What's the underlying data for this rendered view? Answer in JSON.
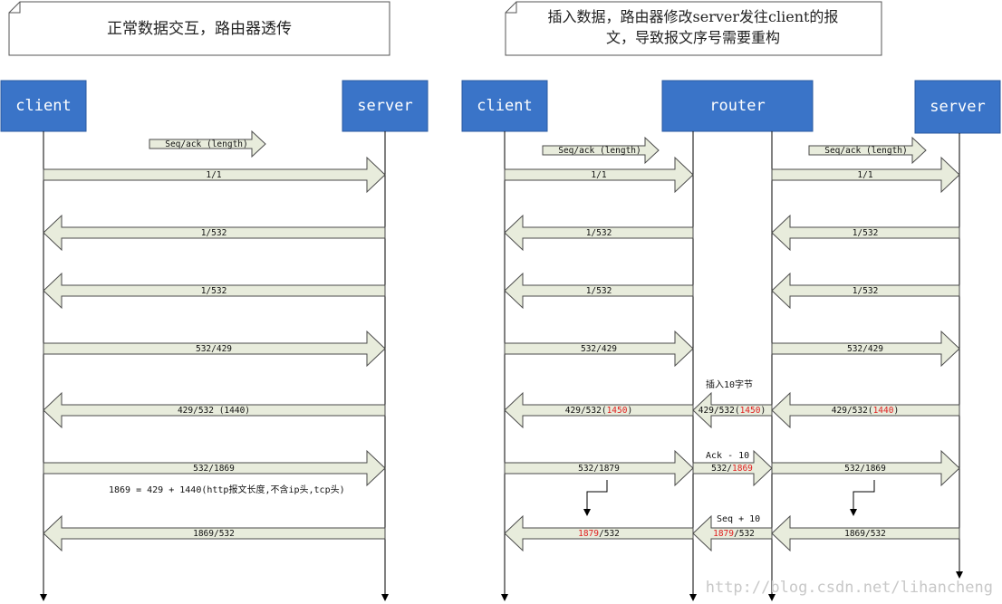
{
  "left": {
    "title": "正常数据交互，路由器透传",
    "client": "client",
    "server": "server",
    "legend": "Seq/ack (length)",
    "messages": [
      "1/1",
      "1/532",
      "1/532",
      "532/429",
      "429/532 (1440)",
      "532/1869",
      "1869/532"
    ],
    "formula": "1869 = 429 + 1440(http报文长度,不含ip头,tcp头)"
  },
  "right": {
    "title_line1": "插入数据，路由器修改server发往client的报",
    "title_line2": "文，导致报文序号需要重构",
    "client": "client",
    "router": "router",
    "server": "server",
    "legend_a": "Seq/ack (length)",
    "legend_b": "Seq/ack (length)",
    "a": {
      "m1": "1/1",
      "m2": "1/532",
      "m3": "1/532",
      "m4": "532/429",
      "m5_pre": "429/532(",
      "m5_red": "1450",
      "m5_post": ")",
      "m6": "532/1879",
      "m7_red": "1879",
      "m7_post": "/532"
    },
    "mid": {
      "insert_note": "插入10字节",
      "m5_pre": "429/532(",
      "m5_red": "1450",
      "m5_post": ")",
      "ack_note": "Ack - 10",
      "m6_pre": "532/",
      "m6_red": "1869",
      "seq_note": "Seq + 10",
      "m7_red": "1879",
      "m7_post": "/532"
    },
    "b": {
      "m1": "1/1",
      "m2": "1/532",
      "m3": "1/532",
      "m4": "532/429",
      "m5_pre": "429/532(",
      "m5_red": "1440",
      "m5_post": ")",
      "m6": "532/1869",
      "m7": "1869/532"
    }
  },
  "watermark": "http://blog.csdn.net/lihancheng",
  "colors": {
    "box_fill": "#3a74c8",
    "box_stroke": "#2a5aa0",
    "arrow_fill": "#e8ecdc",
    "arrow_stroke": "#4a4a4a",
    "highlight_red": "#e02020"
  }
}
